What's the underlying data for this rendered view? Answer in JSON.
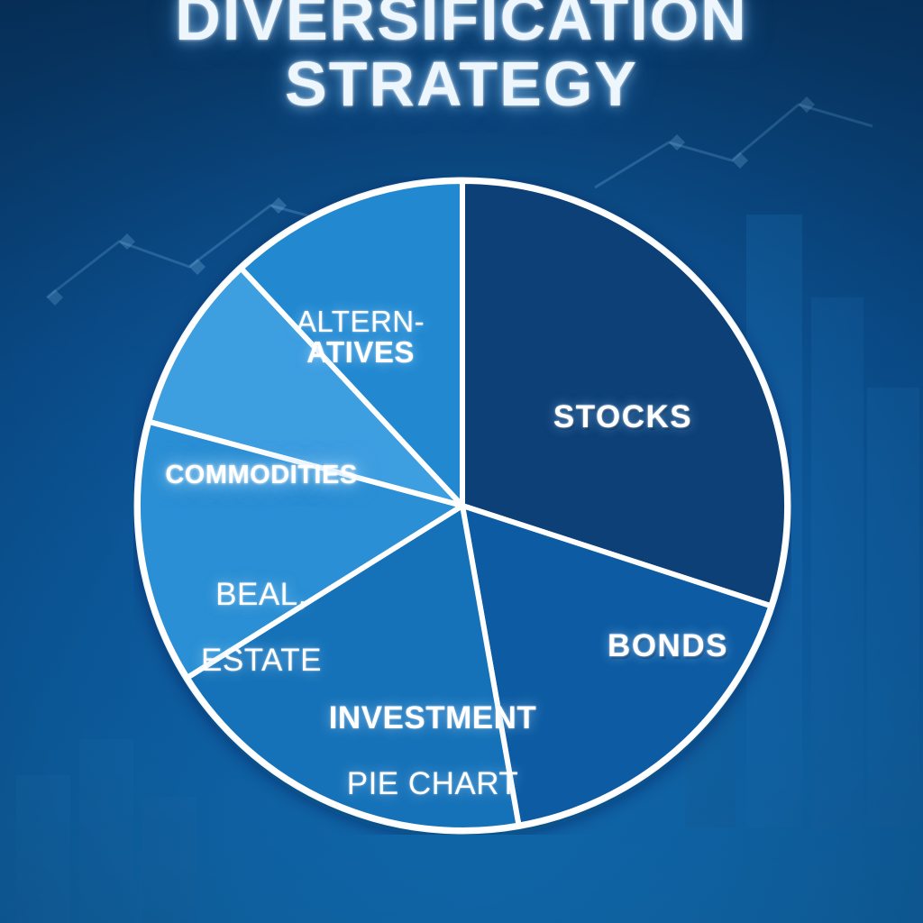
{
  "title": {
    "line1": "DIVERSIFICATION",
    "line2": "STRATEGY"
  },
  "center_caption": {
    "line1": "INVESTMENT",
    "line2": "PIE CHART"
  },
  "colors": {
    "background_top": "#083663",
    "background_bottom": "#1272b8",
    "slice_outline": "#ffffff",
    "label_text": "#ffffff",
    "title_text": "#eef6fd"
  },
  "chart_data": {
    "type": "pie",
    "title": "DIVERSIFICATION STRATEGY",
    "subtitle": "INVESTMENT PIE CHART",
    "legend": "none (labels drawn inside slices)",
    "grid": false,
    "start_angle_deg": 0,
    "direction": "clockwise",
    "categories": [
      "STOCKS",
      "BONDS",
      "INVESTMENT PIE CHART",
      "BEAL, ESTATE",
      "COMMODITIES",
      "ALTERN-ATIVES"
    ],
    "values": [
      30,
      17,
      19,
      13,
      9,
      12
    ],
    "slices": [
      {
        "label": "STOCKS",
        "label_line1": "STOCKS",
        "label_line2": "",
        "value": 30,
        "color": "#084177",
        "start_deg": 0,
        "end_deg": 108
      },
      {
        "label": "BONDS",
        "label_line1": "BONDS",
        "label_line2": "",
        "value": 17,
        "color": "#0f5ba3",
        "start_deg": 108,
        "end_deg": 170
      },
      {
        "label": "INVESTMENT PIE CHART",
        "label_line1": "INVESTMENT",
        "label_line2": "PIE CHART",
        "value": 19,
        "color": "#1272b8",
        "start_deg": 170,
        "end_deg": 238
      },
      {
        "label": "BEAL, ESTATE",
        "label_line1": "BEAL,",
        "label_line2": "ESTATE",
        "value": 13,
        "color": "#2a8fd4",
        "start_deg": 238,
        "end_deg": 285
      },
      {
        "label": "COMMODITIES",
        "label_line1": "COMMODITIES",
        "label_line2": "",
        "value": 9,
        "color": "#3d9ee0",
        "start_deg": 285,
        "end_deg": 317
      },
      {
        "label": "ALTERN-ATIVES",
        "label_line1": "ALTERN-",
        "label_line2": "ATIVES",
        "value": 12,
        "color": "#2389d1",
        "start_deg": 317,
        "end_deg": 360
      }
    ]
  }
}
